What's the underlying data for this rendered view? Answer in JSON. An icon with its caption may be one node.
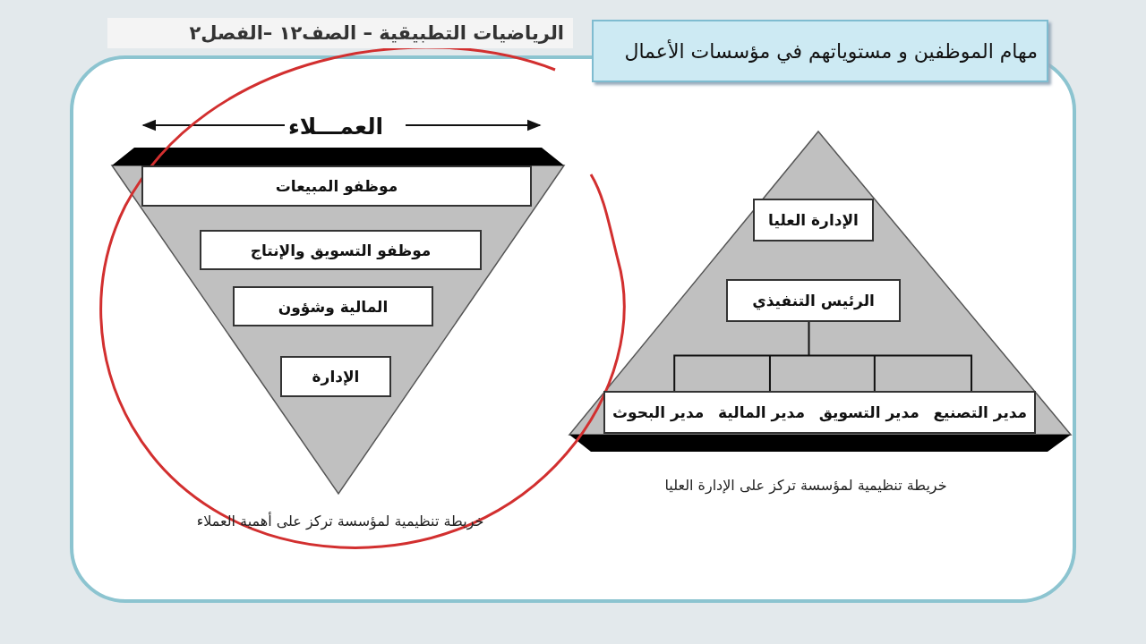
{
  "diagram": {
    "title": "مهام الموظفين و مستوياتهم في مؤسسات الأعمال",
    "nodes": [
      {
        "text": [
          "موظفو المبيعات"
        ]
      },
      {
        "text": [
          "موظفو التسويق والإنتاج"
        ]
      },
      {
        "text": [
          "المالية وشؤون"
        ]
      },
      {
        "text": [
          "الإدارة"
        ]
      },
      {
        "text": [
          "الإدارة العليا"
        ]
      },
      {
        "text": [
          "الرئيس التنفيذي"
        ]
      },
      {
        "text": [
          "مدير التصنيع",
          "مدير التسويق",
          "مدير المالية",
          "مدير البحوث"
        ]
      }
    ],
    "edges": [
      {
        "from": 5,
        "to": 6,
        "arrow": "none"
      }
    ],
    "labels": [
      "الرياضيات التطبيقية – الصف١٢ –الفصل٢",
      "العمـــلاء",
      "خريطة تنظيمية لمؤسسة تركز على الإدارة العليا",
      "خريطة تنظيمية لمؤسسة تركز على أهمية العملاء"
    ]
  }
}
